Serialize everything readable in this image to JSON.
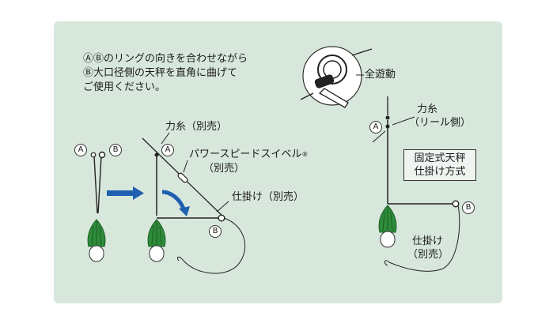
{
  "instructions": {
    "line1": "ⒶⒷのリングの向きを合わせながら",
    "line2": "Ⓑ大口径側の天秤を直角に曲げて",
    "line3": "ご使用ください。"
  },
  "labels": {
    "full_swivel": "全遊動",
    "main_line_sold_sep": "力糸（別売）",
    "swivel_name": "パワースピードスイベル",
    "swivel_reg": "®",
    "swivel_sold_sep": "（別売）",
    "rig_sold_sep": "仕掛け（別売）",
    "right_main_line": "力糸",
    "right_reel_side": "（リール側）",
    "fixed_line1": "固定式天秤",
    "fixed_line2": "仕掛け方式",
    "right_rig": "仕掛け",
    "right_rig_sold": "（別売）",
    "a": "A",
    "b": "B"
  },
  "colors": {
    "panel": "#d8e7dc",
    "sinker_green": "#2e8b3a",
    "arrow_blue": "#1f5fb0",
    "line": "#222222"
  }
}
